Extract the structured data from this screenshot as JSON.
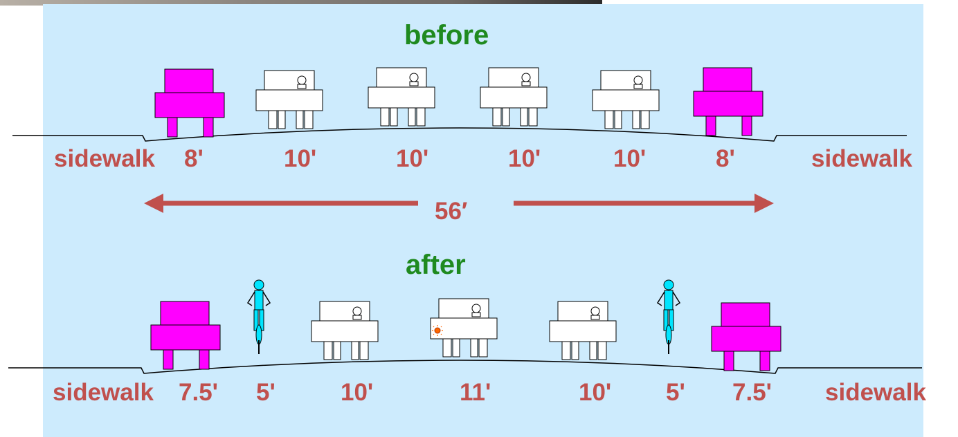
{
  "headings": {
    "before": "before",
    "after": "after"
  },
  "total_width": "56′",
  "before": {
    "sidewalk_left": "sidewalk",
    "sidewalk_right": "sidewalk",
    "lanes": [
      "8'",
      "10'",
      "10'",
      "10'",
      "10'",
      "8'"
    ]
  },
  "after": {
    "sidewalk_left": "sidewalk",
    "sidewalk_right": "sidewalk",
    "lanes": [
      "7.5'",
      "5'",
      "10'",
      "11'",
      "10'",
      "5'",
      "7.5'"
    ]
  },
  "colors": {
    "panel": "#cdebfd",
    "heading": "#1f8a1f",
    "label": "#c0504d",
    "parked_car": "#ff00ff",
    "cyclist": "#00e5ff"
  },
  "icons": [
    "parked-car-icon",
    "car-icon",
    "cyclist-icon",
    "sun-icon",
    "arrow-left-icon",
    "arrow-right-icon"
  ]
}
